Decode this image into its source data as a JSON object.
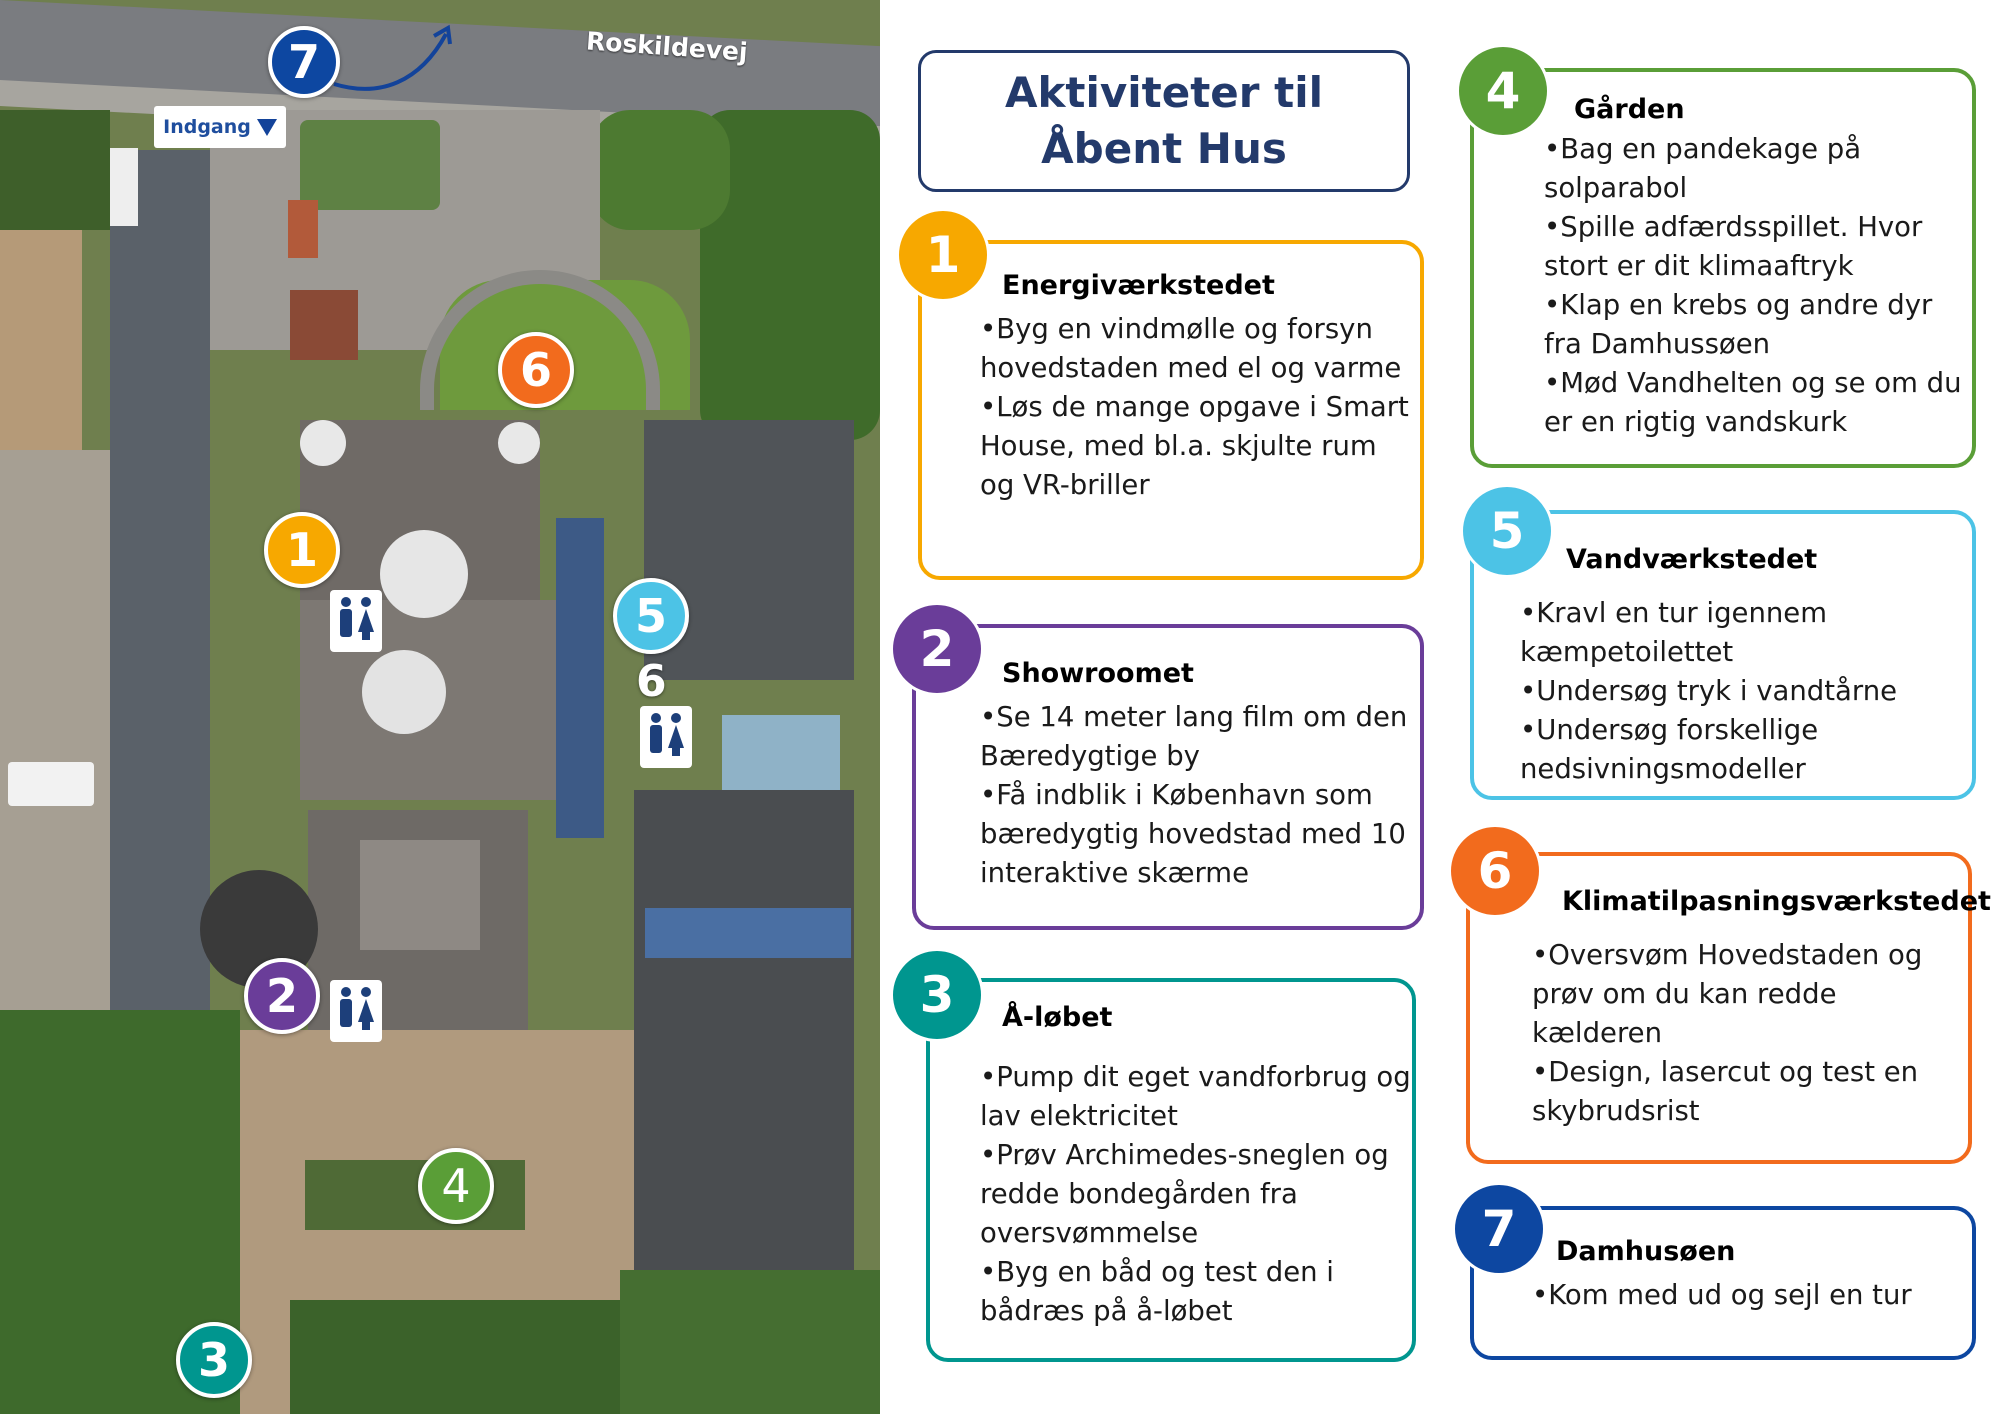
{
  "title": {
    "line1": "Aktiviteter til",
    "line2": "Åbent Hus"
  },
  "map": {
    "street_label": "Roskildevej",
    "entrance_label": "Indgang",
    "extra_label": "6",
    "pins": [
      {
        "number": "7",
        "color": "#0d47a1"
      },
      {
        "number": "6",
        "color": "#f26b1d"
      },
      {
        "number": "1",
        "color": "#f7a800"
      },
      {
        "number": "5",
        "color": "#4cc3e6"
      },
      {
        "number": "2",
        "color": "#6a3d99"
      },
      {
        "number": "4",
        "color": "#5a9e37"
      },
      {
        "number": "3",
        "color": "#00968f"
      }
    ]
  },
  "activities": [
    {
      "number": "1",
      "title": "Energiværkstedet",
      "color": "#f7a800",
      "items": [
        "Byg en vindmølle og forsyn hovedstaden med el og varme",
        "Løs de mange opgave i Smart House, med bl.a. skjulte rum og VR-briller"
      ]
    },
    {
      "number": "2",
      "title": "Showroomet",
      "color": "#6a3d99",
      "items": [
        "Se 14 meter lang film om den Bæredygtige by",
        "Få indblik i København som bæredygtig hovedstad med 10 interaktive skærme"
      ]
    },
    {
      "number": "3",
      "title": "Å-løbet",
      "color": "#00968f",
      "items": [
        "Pump dit eget vandforbrug og lav elektricitet",
        "Prøv Archimedes-sneglen og redde bondegården fra oversvømmelse",
        "Byg en båd og test den i bådræs på å-løbet"
      ]
    },
    {
      "number": "4",
      "title": "Gården",
      "color": "#5a9e37",
      "items": [
        "Bag en pandekage på solparabol",
        "Spille adfærdsspillet. Hvor stort er dit klimaaftryk",
        "Klap en krebs og andre dyr fra Damhussøen",
        "Mød Vandhelten og se om du er en rigtig vandskurk"
      ]
    },
    {
      "number": "5",
      "title": "Vandværkstedet",
      "color": "#4cc3e6",
      "items": [
        "Kravl en tur igennem kæmpetoilettet",
        "Undersøg tryk i vandtårne",
        "Undersøg forskellige nedsivningsmodeller"
      ]
    },
    {
      "number": "6",
      "title": "Klimatilpasningsværkstedet",
      "color": "#f26b1d",
      "items": [
        "Oversvøm Hovedstaden og prøv om du kan redde kælderen",
        "Design, lasercut og test en skybrudsrist"
      ]
    },
    {
      "number": "7",
      "title": "Damhusøen",
      "color": "#0d47a1",
      "items": [
        "Kom med ud og sejl en tur"
      ]
    }
  ]
}
